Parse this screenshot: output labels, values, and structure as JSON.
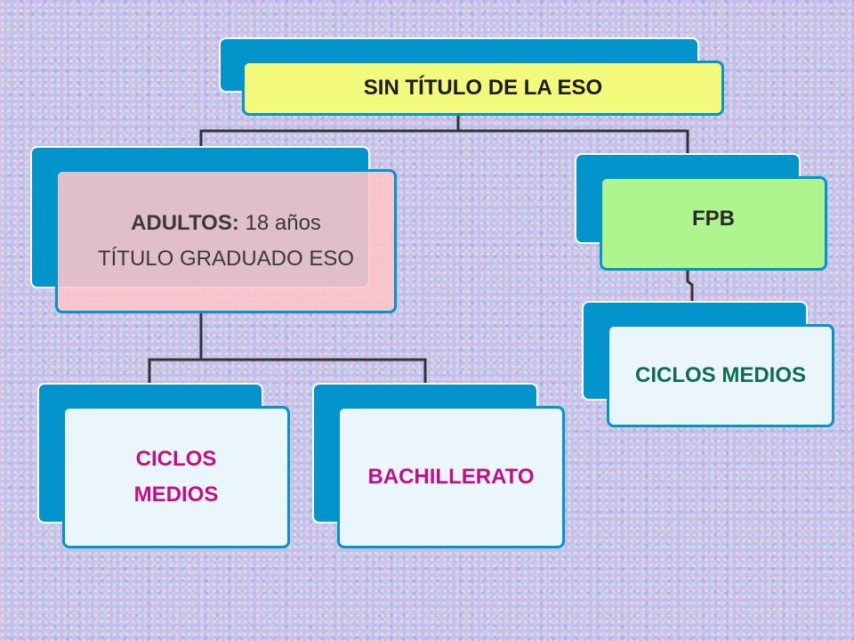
{
  "diagram": {
    "root": {
      "label": "SIN TÍTULO DE LA ESO"
    },
    "adultos": {
      "label_bold": "ADULTOS:",
      "label_age": "18 años",
      "label_line2": "TÍTULO GRADUADO ESO"
    },
    "ciclos_medios_left": {
      "line1": "CICLOS",
      "line2": "MEDIOS"
    },
    "bachillerato": {
      "label": "BACHILLERATO"
    },
    "fpb": {
      "label": "FPB"
    },
    "ciclos_medios_right": {
      "label": "CICLOS MEDIOS"
    }
  },
  "colors": {
    "box_back": "#0494cc",
    "root_fill": "#f3f97a",
    "adultos_fill": "#ffc4ca",
    "fpb_fill": "#aff58e",
    "leaf_fill": "#eaf6fb",
    "magenta_text": "#c00e8c",
    "green_text": "#0b6e4f",
    "connector": "#2a2a2a"
  }
}
